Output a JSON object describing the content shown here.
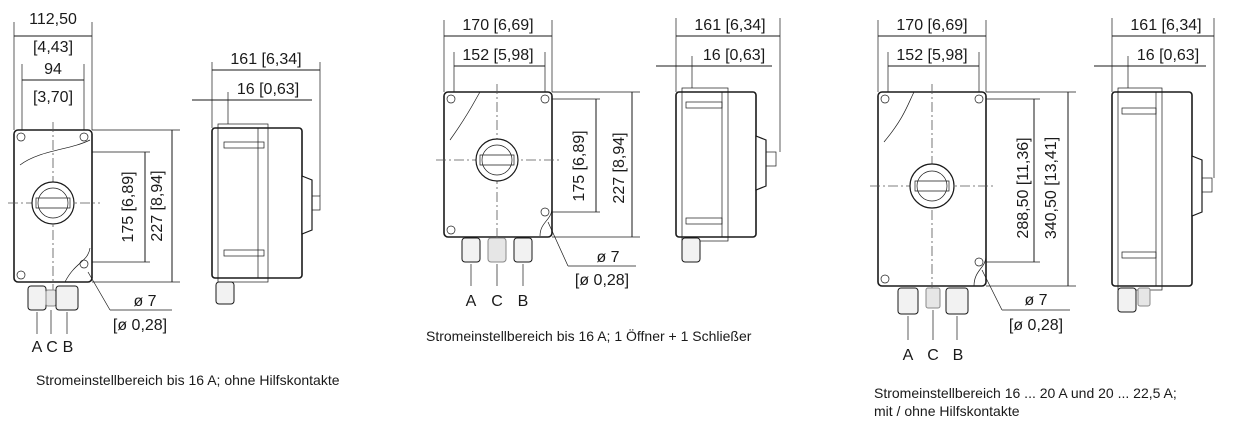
{
  "drawings": [
    {
      "front": {
        "width_outer": "112,50",
        "width_outer_in": "[4,43]",
        "width_inner": "94",
        "width_inner_in": "[3,70]",
        "height_inner": "175 [6,89]",
        "height_outer": "227 [8,94]",
        "hole_dia": "ø 7",
        "hole_dia_in": "[ø 0,28]"
      },
      "side": {
        "depth": "161 [6,34]",
        "offset": "16 [0,63]"
      },
      "labels": [
        "A",
        "C",
        "B"
      ],
      "caption": "Stromeinstellbereich bis 16 A; ohne Hilfskontakte"
    },
    {
      "front": {
        "width_outer": "170 [6,69]",
        "width_inner": "152 [5,98]",
        "height_inner": "175 [6,89]",
        "height_outer": "227 [8,94]",
        "hole_dia": "ø 7",
        "hole_dia_in": "[ø 0,28]"
      },
      "side": {
        "depth": "161 [6,34]",
        "offset": "16 [0,63]"
      },
      "labels": [
        "A",
        "C",
        "B"
      ],
      "caption": "Stromeinstellbereich bis 16 A; 1 Öffner + 1 Schließer"
    },
    {
      "front": {
        "width_outer": "170 [6,69]",
        "width_inner": "152 [5,98]",
        "height_inner": "288,50 [11,36]",
        "height_outer": "340,50 [13,41]",
        "hole_dia": "ø 7",
        "hole_dia_in": "[ø 0,28]"
      },
      "side": {
        "depth": "161 [6,34]",
        "offset": "16 [0,63]"
      },
      "labels": [
        "A",
        "C",
        "B"
      ],
      "caption_line1": "Stromeinstellbereich 16 ... 20 A und 20 ... 22,5 A;",
      "caption_line2": "mit / ohne Hilfskontakte"
    }
  ]
}
